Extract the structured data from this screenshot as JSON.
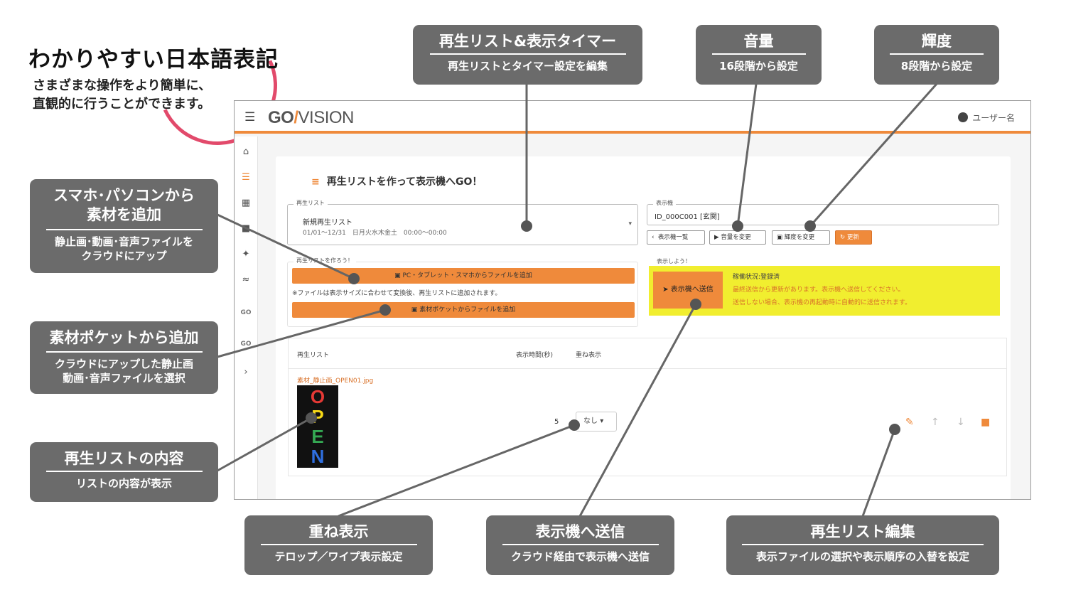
{
  "headline": {
    "title": "わかりやすい日本語表記",
    "line1": "さまざまな操作をより簡単に、",
    "line2": "直観的に行うことができます。"
  },
  "callouts": {
    "playlist_timer": {
      "title": "再生リスト&表示タイマー",
      "desc": "再生リストとタイマー設定を編集"
    },
    "volume": {
      "title": "音量",
      "desc": "16段階から設定"
    },
    "brightness": {
      "title": "輝度",
      "desc": "8段階から設定"
    },
    "add_material": {
      "title1": "スマホ･パソコンから",
      "title2": "素材を追加",
      "desc1": "静止画･動画･音声ファイルを",
      "desc2": "クラウドにアップ"
    },
    "pocket": {
      "title": "素材ポケットから追加",
      "desc1": "クラウドにアップした静止画",
      "desc2": "動画･音声ファイルを選択"
    },
    "content": {
      "title": "再生リストの内容",
      "desc": "リストの内容が表示"
    },
    "overlay": {
      "title": "重ね表示",
      "desc": "テロップ／ワイプ表示設定"
    },
    "send": {
      "title": "表示機へ送信",
      "desc": "クラウド経由で表示機へ送信"
    },
    "edit": {
      "title": "再生リスト編集",
      "desc": "表示ファイルの選択や表示順序の入替を設定"
    }
  },
  "app": {
    "logo_go": "GO",
    "logo_vision": "VISION",
    "user": "ユーザー名",
    "panel_title": "再生リストを作って表示機へGO！",
    "playlist": {
      "legend": "再生リスト",
      "name": "新規再生リスト",
      "schedule": "01/01～12/31　日月火水木金土　00:00～00:00"
    },
    "display": {
      "legend": "表示機",
      "value": "ID_000C001 [玄関]",
      "buttons": {
        "list": "表示機一覧",
        "volume": "音量を変更",
        "brightness": "輝度を変更",
        "refresh": "更新"
      }
    },
    "create": {
      "legend": "再生リストを作ろう！",
      "upload_button": "PC・タブレット・スマホからファイルを追加",
      "note": "※ファイルは表示サイズに合わせて変換後、再生リストに追加されます。",
      "pocket_button": "素材ポケットからファイルを追加"
    },
    "show": {
      "legend": "表示しよう！",
      "send_button": "表示機へ送信",
      "status": "稼働状況:登録済",
      "warn1": "最終送信から更新があります。表示機へ送信してください。",
      "warn2": "送信しない場合、表示機の再起動時に自動的に送信されます。"
    },
    "table": {
      "col_list": "再生リスト",
      "col_time": "表示時間(秒)",
      "col_overlay": "重ね表示",
      "row": {
        "filename": "素材_静止画_OPEN01.jpg",
        "duration": "5",
        "overlay": "なし"
      },
      "thumb_letters": [
        "O",
        "P",
        "E",
        "N"
      ]
    }
  },
  "colors": {
    "accent": "#ef8a3b",
    "callout": "#6b6b6b",
    "ring": "#e24a6b",
    "send_area": "#f1ee2f",
    "warning": "#d9722a"
  }
}
